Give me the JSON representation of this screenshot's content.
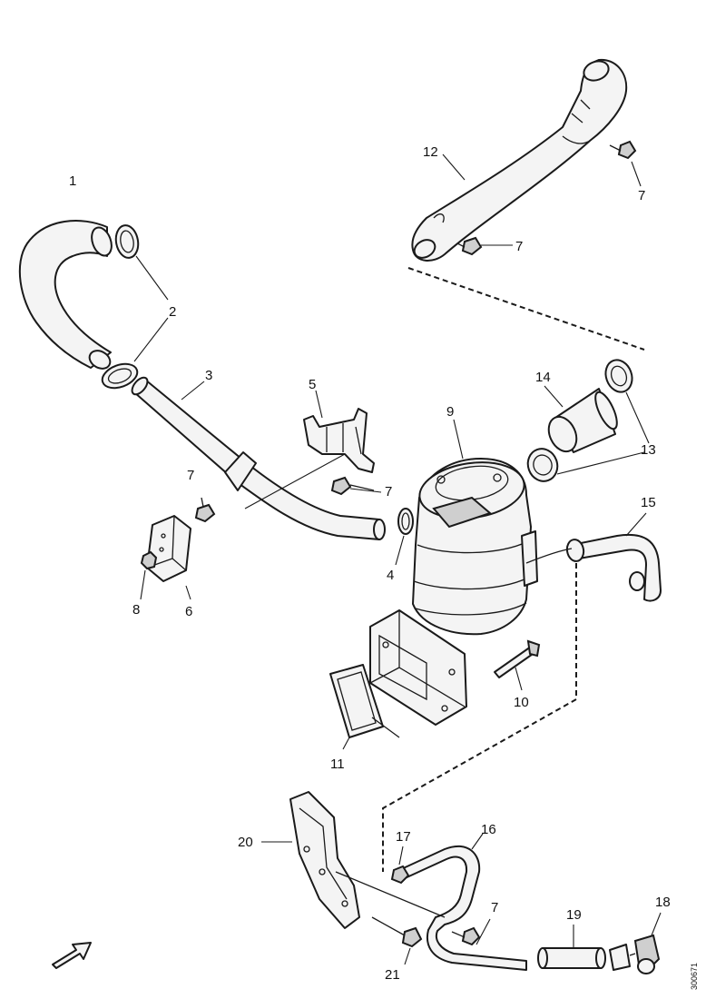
{
  "callouts": {
    "c1": "1",
    "c2": "2",
    "c3": "3",
    "c4": "4",
    "c5": "5",
    "c6": "6",
    "c7a": "7",
    "c7b": "7",
    "c7c": "7",
    "c7d": "7",
    "c7e": "7",
    "c8": "8",
    "c9": "9",
    "c10": "10",
    "c11": "11",
    "c12": "12",
    "c13": "13",
    "c14": "14",
    "c15": "15",
    "c16": "16",
    "c17": "17",
    "c18": "18",
    "c19": "19",
    "c20": "20",
    "c21": "21"
  },
  "figure_code": "300671",
  "icons": {
    "direction_arrow": "arrow-right-up-icon"
  }
}
